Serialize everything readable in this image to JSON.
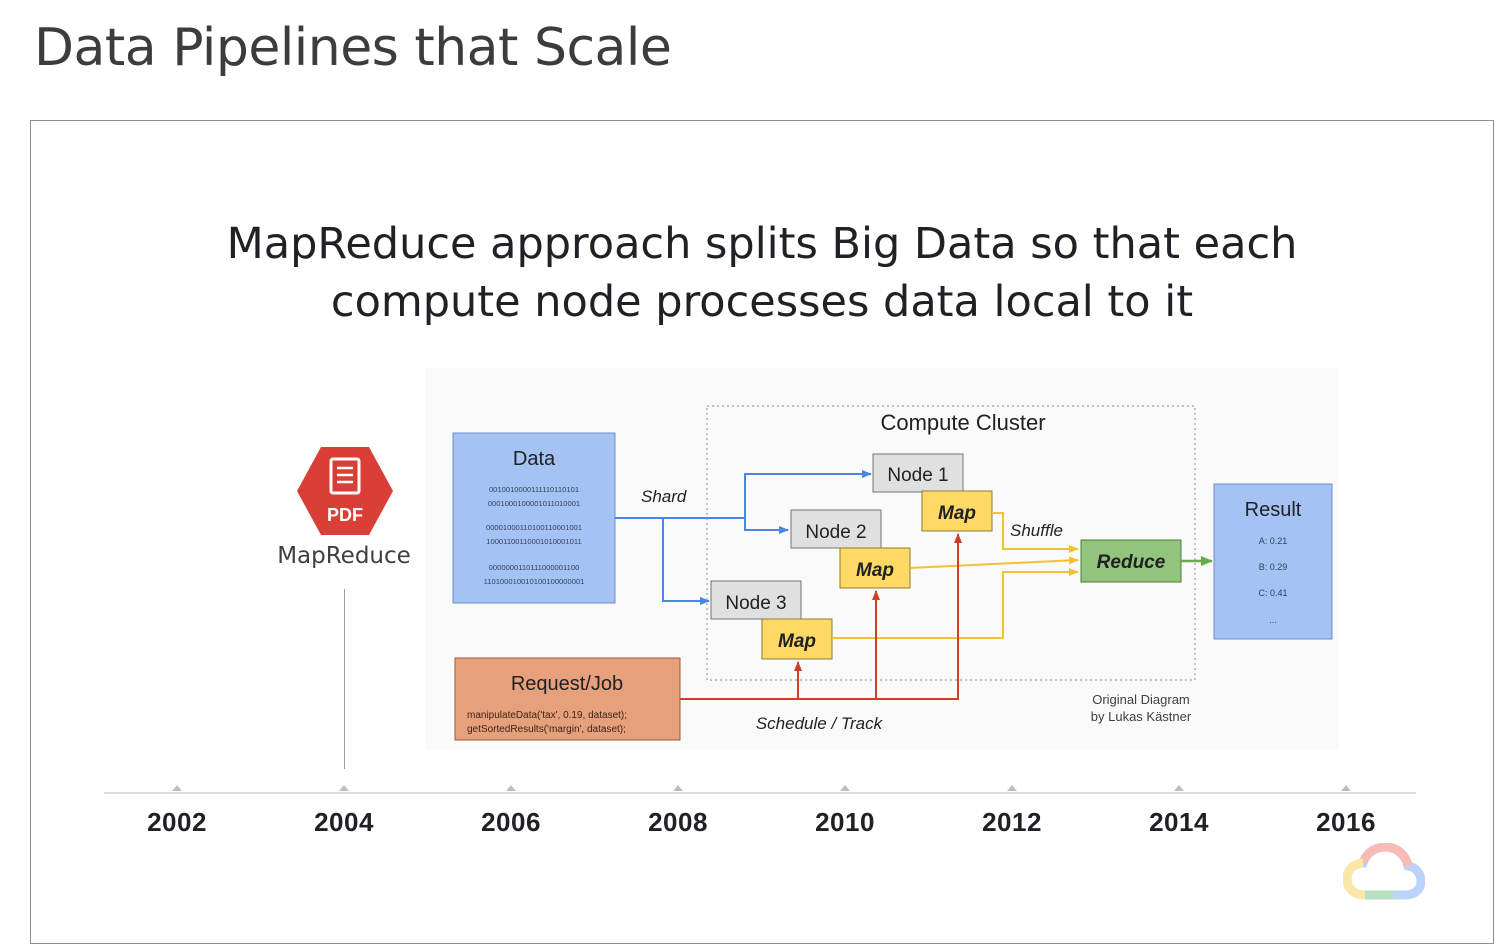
{
  "page": {
    "title": "Data Pipelines that Scale"
  },
  "slide": {
    "headline_line1": "MapReduce approach splits Big Data so that each",
    "headline_line2": "compute node processes data local to it",
    "event": {
      "logo_text": "PDF",
      "label": "MapReduce"
    },
    "timeline": {
      "years": [
        "2002",
        "2004",
        "2006",
        "2008",
        "2010",
        "2012",
        "2014",
        "2016"
      ]
    }
  },
  "diagram": {
    "data_box": {
      "title": "Data",
      "rows": [
        "0010010000111110110101",
        "0001000100001011010001",
        "00001000110100110001001",
        "10001100110001010001011",
        "0000000110111000001100",
        "110100010010100100000001"
      ]
    },
    "cluster_title": "Compute Cluster",
    "nodes": [
      "Node 1",
      "Node 2",
      "Node 3"
    ],
    "map_label": "Map",
    "reduce_label": "Reduce",
    "result": {
      "title": "Result",
      "items": [
        "A: 0.21",
        "B: 0.29",
        "C: 0.41",
        "..."
      ]
    },
    "request": {
      "title": "Request/Job",
      "lines": [
        "manipulateData('tax', 0.19, dataset);",
        "getSortedResults('margin', dataset);"
      ]
    },
    "labels": {
      "shard": "Shard",
      "shuffle": "Shuffle",
      "schedule": "Schedule / Track"
    },
    "credit": [
      "Original Diagram",
      "by Lukas Kästner"
    ],
    "colors": {
      "data_fill": "#a4c2f4",
      "node_fill": "#e0e0e0",
      "map_fill": "#ffd966",
      "reduce_fill": "#93c47d",
      "request_fill": "#e6a07c",
      "shard_arrow": "#4a86e8",
      "shuffle_arrow": "#f1c232",
      "schedule_arrow": "#cc4125",
      "result_arrow": "#6aa84f"
    }
  }
}
